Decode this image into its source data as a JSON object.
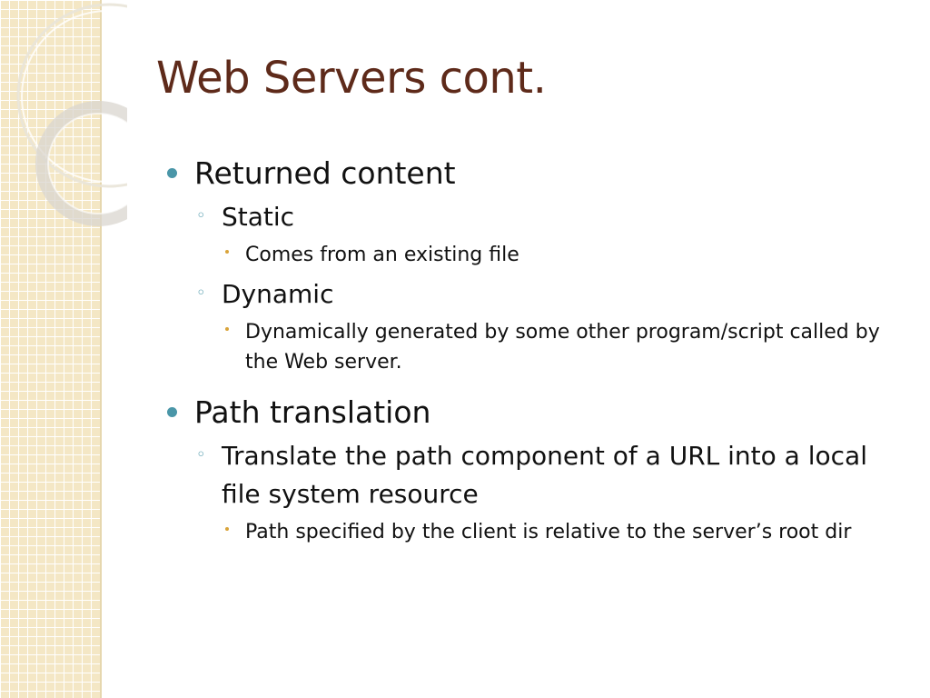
{
  "slide": {
    "title": "Web Servers cont.",
    "bullets": [
      {
        "level": 1,
        "text": "Returned content"
      },
      {
        "level": 2,
        "text": "Static"
      },
      {
        "level": 3,
        "text": "Comes from an existing file"
      },
      {
        "level": 2,
        "text": "Dynamic"
      },
      {
        "level": 3,
        "text": "Dynamically generated by some other program/script called by the Web server."
      },
      {
        "level": 1,
        "text": "Path translation"
      },
      {
        "level": 2,
        "text": "Translate the path component of a URL into a local file system resource"
      },
      {
        "level": 3,
        "text": "Path specified by the client is relative to the server’s root dir"
      }
    ]
  },
  "colors": {
    "title": "#5e2a1a",
    "bullet_level1": "#4a96a8",
    "bullet_level2": "#4a96a8",
    "bullet_level3": "#d9a43a",
    "strip": "#f4e7c5"
  }
}
